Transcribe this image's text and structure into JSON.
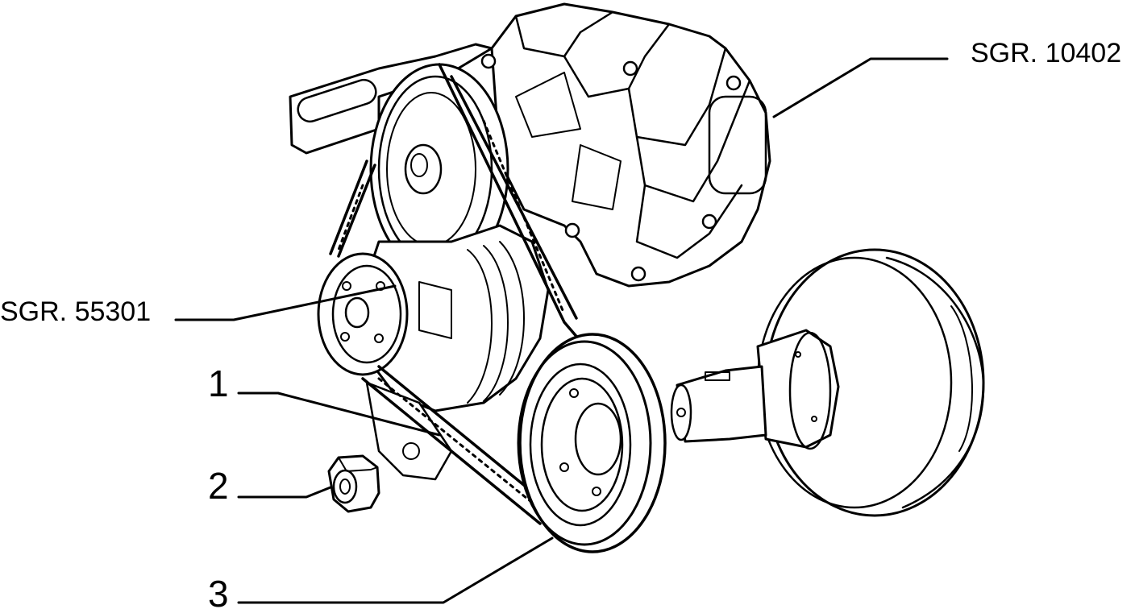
{
  "labels": {
    "ref_top_right": "SGR. 10402",
    "ref_left": "SGR. 55301",
    "item_1": "1",
    "item_2": "2",
    "item_3": "3"
  },
  "colors": {
    "ink": "#000000",
    "paper": "#ffffff"
  }
}
